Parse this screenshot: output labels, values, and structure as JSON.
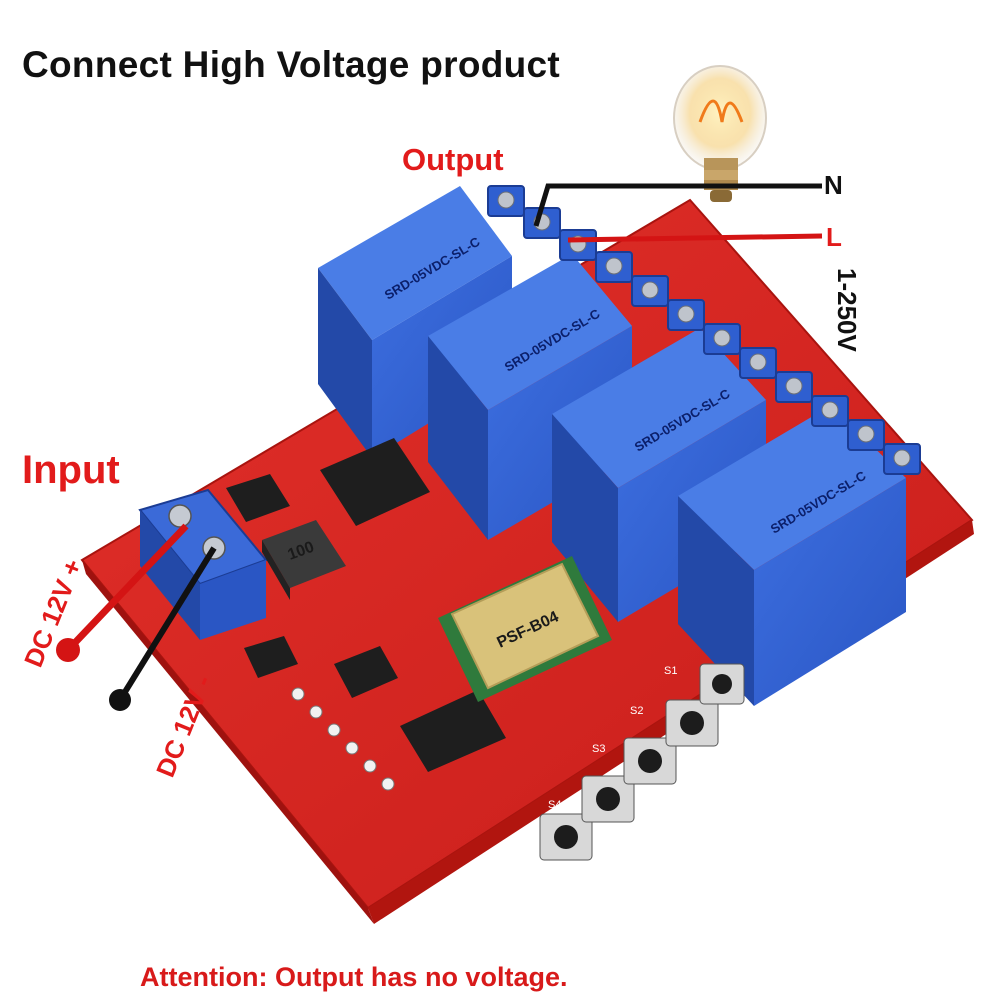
{
  "title": "Connect High Voltage product",
  "output_label": "Output",
  "input_label": "Input",
  "terminals": {
    "neutral": "N",
    "live": "L",
    "voltage": "1-250V"
  },
  "dc_labels": {
    "positive": "DC 12V +",
    "negative": "DC 12V -"
  },
  "attention": "Attention: Output has no voltage.",
  "relay_marking": "SRD-05VDC-SL-C",
  "module_marking": "PSF-B04",
  "inductor_marking": "100",
  "button_labels": [
    "S1",
    "S2",
    "S3",
    "S4"
  ],
  "colors": {
    "pcb": "#d8231f",
    "relay": "#2f5fd0",
    "wire_live": "#d41414",
    "wire_neutral": "#111111",
    "label_red": "#e21b1b"
  }
}
